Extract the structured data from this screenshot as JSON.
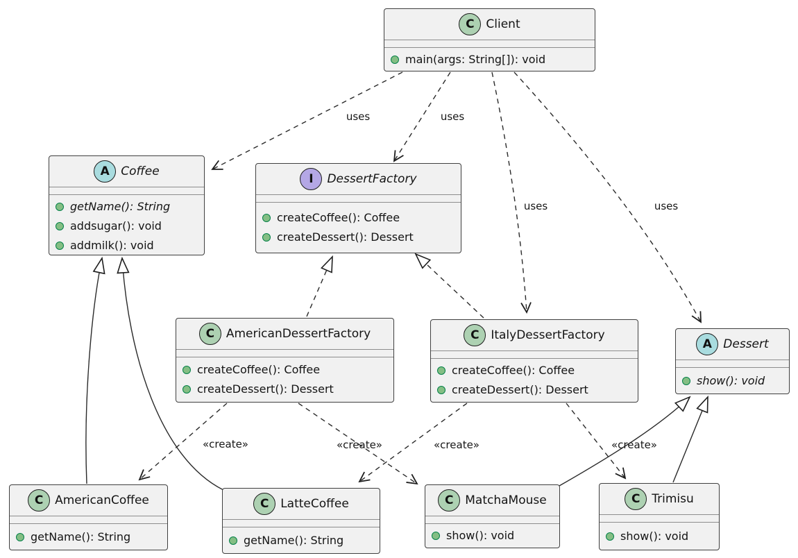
{
  "diagram_type": "uml-class-diagram",
  "pattern": "Abstract Factory",
  "colors": {
    "box_fill": "#f1f1f1",
    "box_border": "#3f3f3f",
    "class_badge": "#add1b2",
    "abstract_badge": "#a9dcdf",
    "interface_badge": "#b4a7e5",
    "method_dot": "#84be84",
    "method_dot_border": "#038048"
  },
  "classes": [
    {
      "badge": "C",
      "kind": "class",
      "name": "Client",
      "methods": [
        "main(args: String[]): void"
      ]
    },
    {
      "badge": "A",
      "kind": "abstract",
      "name": "Coffee",
      "methods": [
        "getName(): String",
        "addsugar(): void",
        "addmilk(): void"
      ]
    },
    {
      "badge": "I",
      "kind": "interface",
      "name": "DessertFactory",
      "methods": [
        "createCoffee(): Coffee",
        "createDessert(): Dessert"
      ]
    },
    {
      "badge": "C",
      "kind": "class",
      "name": "AmericanDessertFactory",
      "methods": [
        "createCoffee(): Coffee",
        "createDessert(): Dessert"
      ]
    },
    {
      "badge": "C",
      "kind": "class",
      "name": "ItalyDessertFactory",
      "methods": [
        "createCoffee(): Coffee",
        "createDessert(): Dessert"
      ]
    },
    {
      "badge": "A",
      "kind": "abstract",
      "name": "Dessert",
      "methods": [
        "show(): void"
      ]
    },
    {
      "badge": "C",
      "kind": "class",
      "name": "AmericanCoffee",
      "methods": [
        "getName(): String"
      ]
    },
    {
      "badge": "C",
      "kind": "class",
      "name": "LatteCoffee",
      "methods": [
        "getName(): String"
      ]
    },
    {
      "badge": "C",
      "kind": "class",
      "name": "MatchaMouse",
      "methods": [
        "show(): void"
      ]
    },
    {
      "badge": "C",
      "kind": "class",
      "name": "Trimisu",
      "methods": [
        "show(): void"
      ]
    }
  ],
  "relationships": [
    {
      "from": "Client",
      "to": "Coffee",
      "type": "dependency",
      "label": "uses"
    },
    {
      "from": "Client",
      "to": "DessertFactory",
      "type": "dependency",
      "label": "uses"
    },
    {
      "from": "Client",
      "to": "ItalyDessertFactory",
      "type": "dependency",
      "label": "uses"
    },
    {
      "from": "Client",
      "to": "Dessert",
      "type": "dependency",
      "label": "uses"
    },
    {
      "from": "AmericanDessertFactory",
      "to": "DessertFactory",
      "type": "realization",
      "label": ""
    },
    {
      "from": "ItalyDessertFactory",
      "to": "DessertFactory",
      "type": "realization",
      "label": ""
    },
    {
      "from": "AmericanCoffee",
      "to": "Coffee",
      "type": "inheritance",
      "label": ""
    },
    {
      "from": "LatteCoffee",
      "to": "Coffee",
      "type": "inheritance",
      "label": ""
    },
    {
      "from": "MatchaMouse",
      "to": "Dessert",
      "type": "inheritance",
      "label": ""
    },
    {
      "from": "Trimisu",
      "to": "Dessert",
      "type": "inheritance",
      "label": ""
    },
    {
      "from": "AmericanDessertFactory",
      "to": "AmericanCoffee",
      "type": "dependency",
      "label": "«create»"
    },
    {
      "from": "AmericanDessertFactory",
      "to": "MatchaMouse",
      "type": "dependency",
      "label": "«create»"
    },
    {
      "from": "ItalyDessertFactory",
      "to": "LatteCoffee",
      "type": "dependency",
      "label": "«create»"
    },
    {
      "from": "ItalyDessertFactory",
      "to": "Trimisu",
      "type": "dependency",
      "label": "«create»"
    }
  ]
}
